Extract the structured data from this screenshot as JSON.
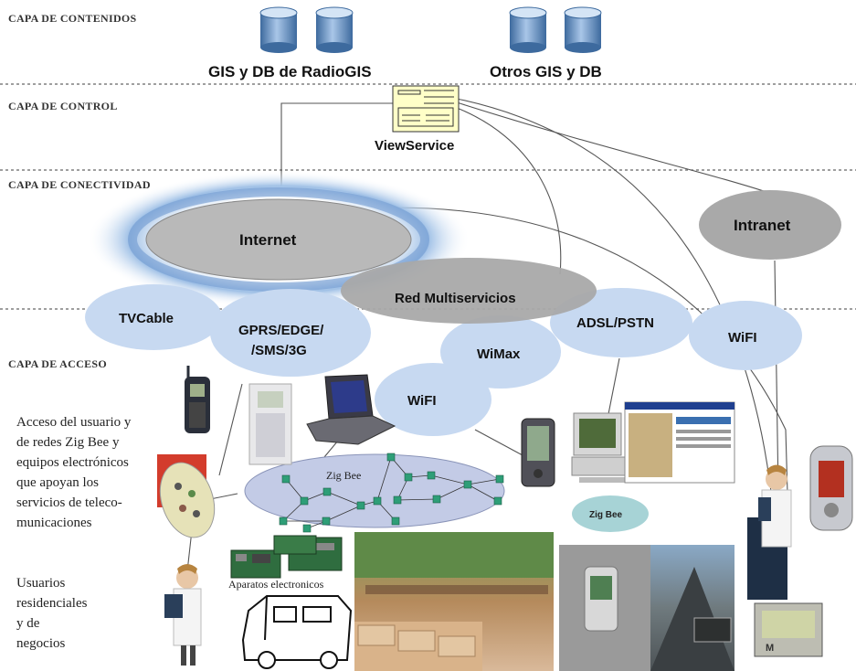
{
  "layers": {
    "contenidos": "CAPA DE CONTENIDOS",
    "control": "CAPA DE CONTROL",
    "conectividad": "CAPA DE CONECTIVIDAD",
    "acceso": "CAPA DE ACCESO"
  },
  "databases": {
    "radiogis": "GIS y DB de RadioGIS",
    "otros": "Otros GIS y DB"
  },
  "control": {
    "server": "ViewService"
  },
  "networks": {
    "internet": "Internet",
    "intranet": "Intranet",
    "multiservicios": "Red Multiservicios",
    "tvcable": "TVCable",
    "gprs": [
      "GPRS/EDGE/",
      "/SMS/3G"
    ],
    "wimax": "WiMax",
    "adsl": "ADSL/PSTN",
    "wifi_right": "WiFI",
    "wifi_center": "WiFI",
    "zigbee_mesh": "Zig Bee",
    "zigbee_small": "Zig Bee"
  },
  "labels": {
    "aparatos": "Aparatos electronicos"
  },
  "side_text": {
    "acceso": [
      "Acceso del usuario y",
      "de redes Zig  Bee y",
      "equipos electrónicos",
      "que apoyan los",
      "servicios de teleco-",
      "municaciones"
    ],
    "usuarios": [
      "Usuarios",
      "residenciales",
      "y de",
      "negocios"
    ]
  },
  "colors": {
    "bubble": "#c7d9f1",
    "gray_ellipse": "#a9a9a9",
    "db_cylinder": "#5b86b8",
    "mesh_node": "#2e9e77"
  }
}
